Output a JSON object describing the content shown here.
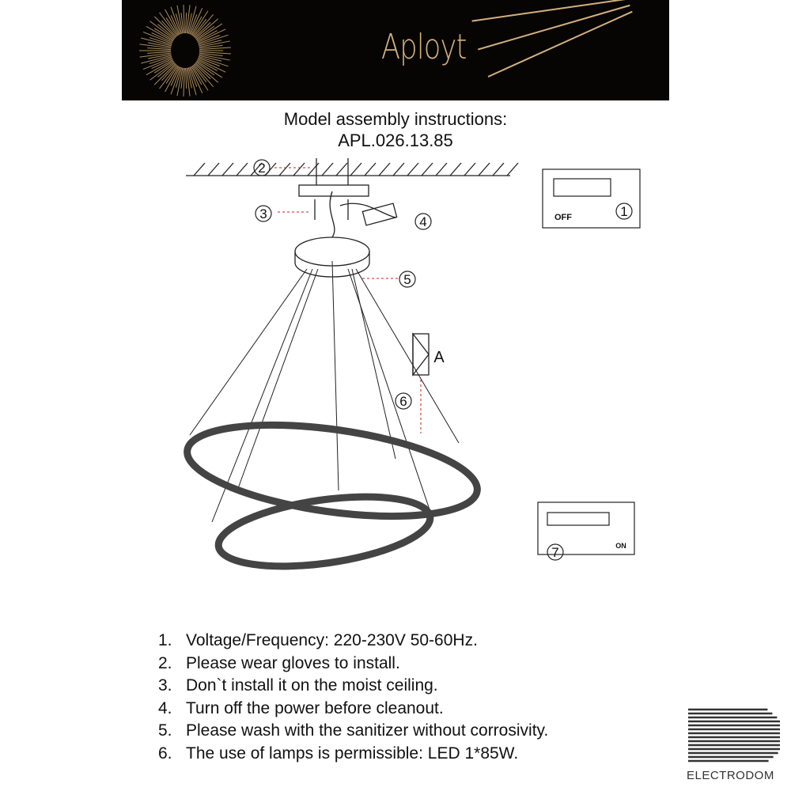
{
  "header": {
    "brand": "Aployt",
    "accent": "#d4b07c"
  },
  "title": {
    "line1": "Model assembly instructions:",
    "line2": "APL.026.13.85"
  },
  "diagram": {
    "callouts": [
      "1",
      "2",
      "3",
      "4",
      "5",
      "6",
      "7"
    ],
    "part_label": "A",
    "switch_off": "OFF",
    "switch_on": "ON"
  },
  "instructions": [
    {
      "num": "1.",
      "text": "Voltage/Frequency: 220-230V 50-60Hz."
    },
    {
      "num": "2.",
      "text": "Please wear gloves to install."
    },
    {
      "num": "3.",
      "text": "Don`t install it on the moist ceiling."
    },
    {
      "num": "4.",
      "text": "Turn off the power before cleanout."
    },
    {
      "num": "5.",
      "text": "Please wash with the sanitizer without corrosivity."
    },
    {
      "num": "6.",
      "text": "The use of lamps is permissible: LED 1*85W."
    }
  ],
  "footer_logo": {
    "text": "ELECTRODOM"
  }
}
